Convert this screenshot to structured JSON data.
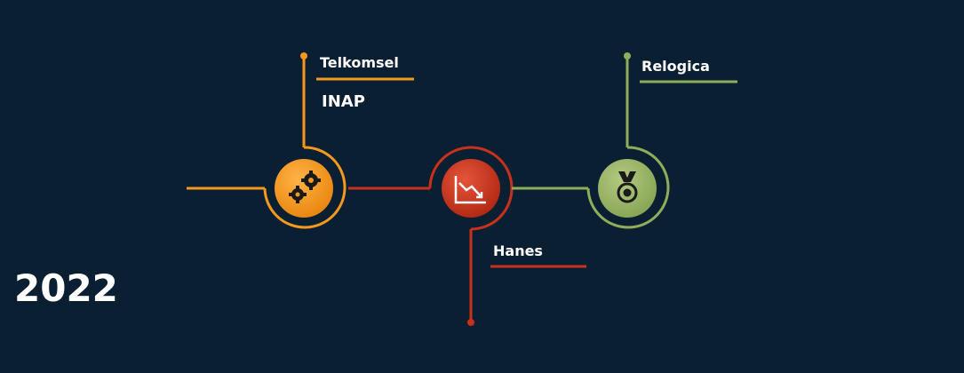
{
  "year": "2022",
  "colors": {
    "background": "#0b1f33",
    "orange": "#f39a1e",
    "red": "#c8321b",
    "green": "#8fae5a"
  },
  "milestones": [
    {
      "icon": "gears-icon",
      "labels": [
        "Telkomsel",
        "INAP"
      ],
      "color": "#f39a1e"
    },
    {
      "icon": "chart-down-icon",
      "labels": [
        "Hanes"
      ],
      "color": "#c8321b"
    },
    {
      "icon": "medal-icon",
      "labels": [
        "Relogica"
      ],
      "color": "#8fae5a"
    }
  ]
}
